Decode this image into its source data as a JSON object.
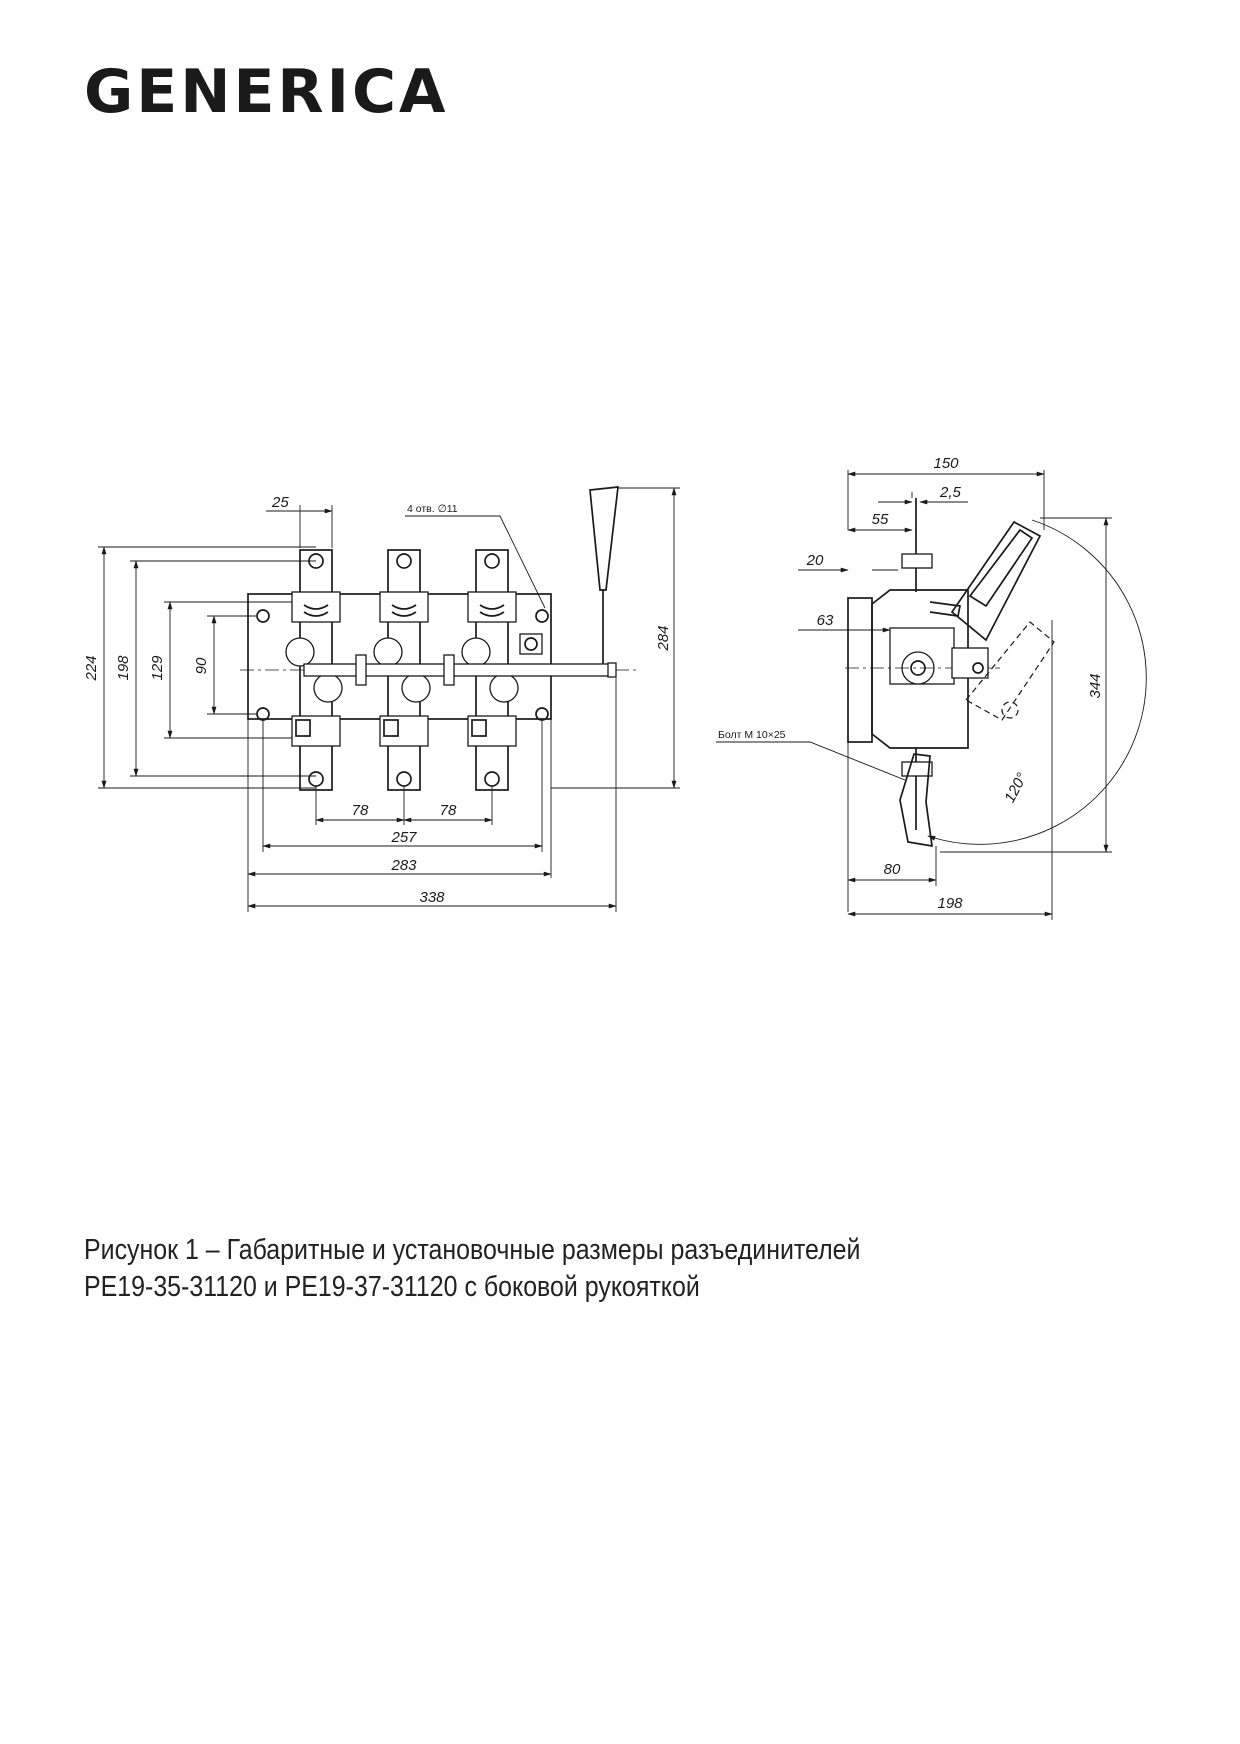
{
  "header": {
    "logo_text": "GENERICA"
  },
  "figure": {
    "front_view": {
      "dimensions": {
        "d25": "25",
        "holes_note": "4 отв. ∅11",
        "d224": "224",
        "d198": "198",
        "d129": "129",
        "d90": "90",
        "d284": "284",
        "d78a": "78",
        "d78b": "78",
        "d257": "257",
        "d283": "283",
        "d338": "338"
      }
    },
    "side_view": {
      "dimensions": {
        "d150": "150",
        "d2_5": "2,5",
        "d55": "55",
        "d20": "20",
        "d63": "63",
        "bolt_note": "Болт М 10×25",
        "d344": "344",
        "d120": "120°",
        "d80": "80",
        "d198": "198"
      }
    }
  },
  "caption": {
    "line1": "Рисунок 1 – Габаритные и установочные размеры разъединителей",
    "line2": "РЕ19-35-31120 и РЕ19-37-31120 с боковой рукояткой"
  }
}
